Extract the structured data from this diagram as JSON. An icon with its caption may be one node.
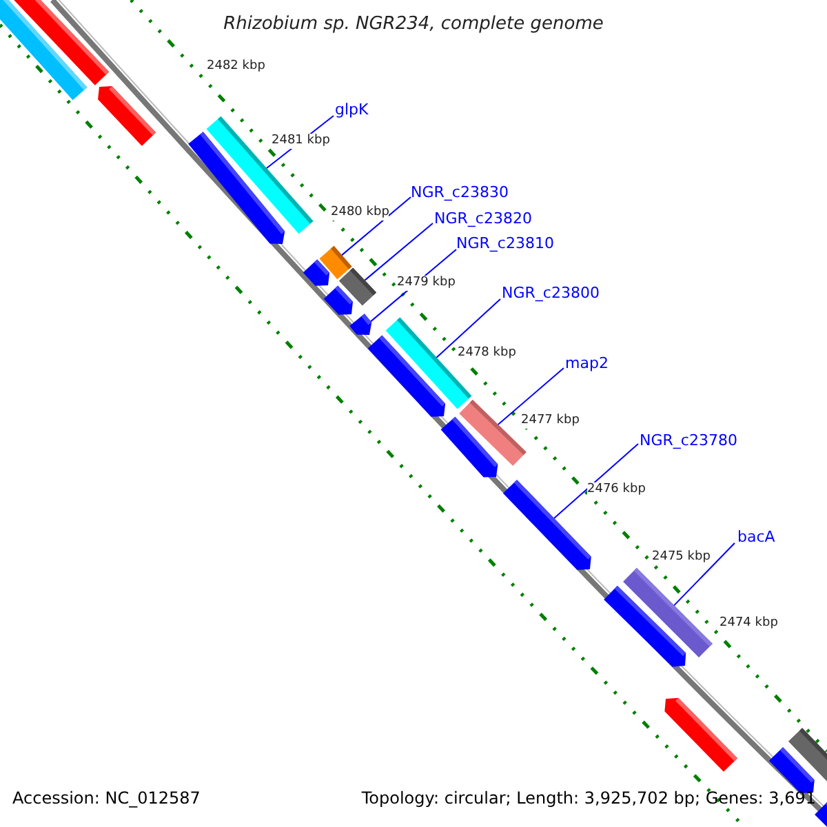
{
  "diagram": {
    "title": "Rhizobium sp. NGR234, complete genome",
    "nodes": [
      {
        "text": [
          "glpK"
        ]
      },
      {
        "text": [
          "NGR_c23830"
        ]
      },
      {
        "text": [
          "NGR_c23820"
        ]
      },
      {
        "text": [
          "NGR_c23810"
        ]
      },
      {
        "text": [
          "NGR_c23800"
        ]
      },
      {
        "text": [
          "map2"
        ]
      },
      {
        "text": [
          "NGR_c23780"
        ]
      },
      {
        "text": [
          "bacA"
        ]
      },
      {
        "text": [],
        "shape": "bar"
      },
      {
        "text": [],
        "shape": "bar"
      },
      {
        "text": [],
        "shape": "bar"
      },
      {
        "text": [],
        "shape": "bar"
      },
      {
        "text": [],
        "shape": "bar"
      },
      {
        "text": [],
        "shape": "bar"
      },
      {
        "text": [],
        "shape": "bar"
      },
      {
        "text": [],
        "shape": "bar"
      },
      {
        "text": [],
        "shape": "bar"
      },
      {
        "text": [],
        "shape": "bar"
      },
      {
        "text": [],
        "shape": "bar"
      },
      {
        "text": [],
        "shape": "bar"
      },
      {
        "text": [],
        "shape": "bar"
      },
      {
        "text": [],
        "shape": "bar"
      },
      {
        "text": [],
        "shape": "bar"
      },
      {
        "text": [],
        "shape": "bar"
      },
      {
        "text": [],
        "shape": "bar"
      },
      {
        "text": [],
        "shape": "bar"
      },
      {
        "text": [],
        "shape": "bar"
      },
      {
        "text": [],
        "shape": "bar"
      },
      {
        "text": [],
        "shape": "bar"
      }
    ],
    "edges": [
      {
        "from": 0,
        "to": 11,
        "arrow": "none"
      },
      {
        "from": 1,
        "to": 13,
        "arrow": "none"
      },
      {
        "from": 2,
        "to": 14,
        "arrow": "none"
      },
      {
        "from": 3,
        "to": 17,
        "arrow": "none"
      },
      {
        "from": 4,
        "to": 18,
        "arrow": "none"
      },
      {
        "from": 5,
        "to": 20,
        "arrow": "none"
      },
      {
        "from": 6,
        "to": 22,
        "arrow": "none"
      },
      {
        "from": 7,
        "to": 23,
        "arrow": "none"
      }
    ],
    "labels": [
      "2482 kbp",
      "2481 kbp",
      "2480 kbp",
      "2479 kbp",
      "2478 kbp",
      "2477 kbp",
      "2476 kbp",
      "2475 kbp",
      "2474 kbp",
      "Accession: NC_012587",
      "Topology: circular; Length: 3,925,702 bp; Genes: 3,691"
    ]
  }
}
